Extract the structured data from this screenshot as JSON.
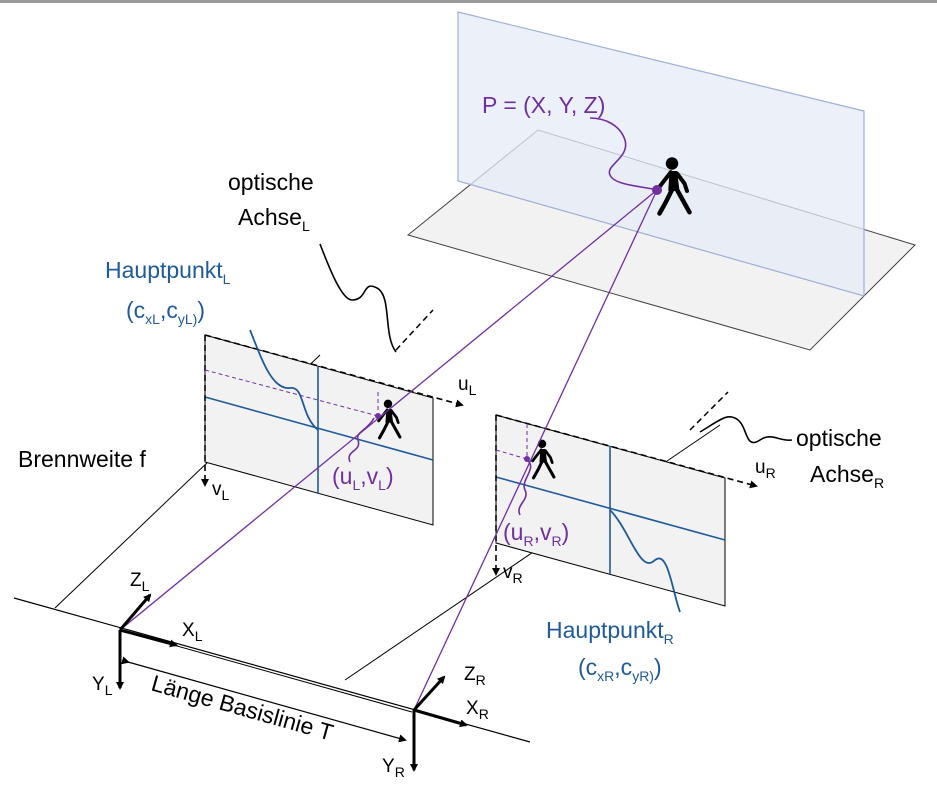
{
  "labels": {
    "point": "P = (X, Y, Z)",
    "optical_axis_left_line1": "optische",
    "optical_axis_left_line2": "Achse",
    "optical_axis_left_sub": "L",
    "principal_left": "Hauptpunkt",
    "principal_left_sub": "L",
    "principal_left_coords_open": "(c",
    "principal_left_cx_sub": "xL",
    "principal_left_comma": ",c",
    "principal_left_cy_sub": "yL)",
    "principal_left_close": ")",
    "focal_length": "Brennweite f",
    "u_left": "u",
    "u_left_sub": "L",
    "v_left": "v",
    "v_left_sub": "L",
    "img_pt_left_open": "(u",
    "img_pt_left_sub1": "L",
    "img_pt_left_mid": ",v",
    "img_pt_left_sub2": "L",
    "img_pt_left_close": ")",
    "optical_axis_right_line1": "optische",
    "optical_axis_right_line2": "Achse",
    "optical_axis_right_sub": "R",
    "u_right": "u",
    "u_right_sub": "R",
    "v_right": "v",
    "v_right_sub": "R",
    "img_pt_right_open": "(u",
    "img_pt_right_sub1": "R",
    "img_pt_right_mid": ",v",
    "img_pt_right_sub2": "R",
    "img_pt_right_close": ")",
    "principal_right": "Hauptpunkt",
    "principal_right_sub": "R",
    "principal_right_coords_open": "(c",
    "principal_right_cx_sub": "xR",
    "principal_right_comma": ",c",
    "principal_right_cy_sub": "yR)",
    "principal_right_close": ")",
    "zl": "Z",
    "zl_sub": "L",
    "xl": "X",
    "xl_sub": "L",
    "yl": "Y",
    "yl_sub": "L",
    "zr": "Z",
    "zr_sub": "R",
    "xr": "X",
    "xr_sub": "R",
    "yr": "Y",
    "yr_sub": "R",
    "baseline": "Länge Basislinie T"
  },
  "colors": {
    "black": "#000000",
    "blue": "#1f5a99",
    "purple": "#7030a0",
    "plane_fill": "#f0f0f0",
    "vertical_plane_fill": "#e6ebf5",
    "vertical_plane_stroke": "#9fb0d6"
  },
  "icons": {
    "person": "walking-person-icon"
  }
}
